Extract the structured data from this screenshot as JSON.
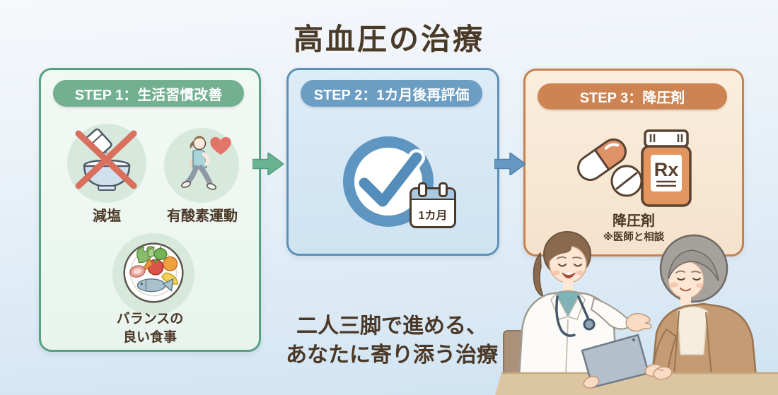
{
  "title": "高血圧の治療",
  "colors": {
    "background_top": "#f6f8fb",
    "background_bottom": "#cfe3f2",
    "title_text": "#4a3a28",
    "step1_accent": "#72b091",
    "step1_border": "#57a083",
    "step2_accent": "#6c9dc2",
    "step2_border": "#5d91b8",
    "step3_accent": "#cd8452",
    "step3_border": "#c5824f",
    "arrow_green": "#69b392",
    "arrow_blue": "#6598c2",
    "body_text": "#4b3827",
    "no_salt_cross": "#d9705e",
    "check_circle_blue": "#5f95c1"
  },
  "steps": [
    {
      "header": "STEP 1：生活習慣改善",
      "items": [
        {
          "icon": "no-salt-icon",
          "label": "減塩"
        },
        {
          "icon": "walking-heart-icon",
          "label": "有酸素運動"
        },
        {
          "icon": "balanced-meal-icon",
          "label_line1": "バランスの",
          "label_line2": "良い食事"
        }
      ]
    },
    {
      "header": "STEP 2：1カ月後再評価",
      "icon": "check-calendar-icon",
      "calendar_label": "1カ月"
    },
    {
      "header": "STEP 3：降圧剤",
      "icon": "medicine-icon",
      "drug_label": "降圧剤",
      "note": "※医師と相談",
      "bottle_label": "Rx"
    }
  ],
  "slogan": {
    "line1": "二人三脚で進める、",
    "line2": "あなたに寄り添う治療"
  }
}
